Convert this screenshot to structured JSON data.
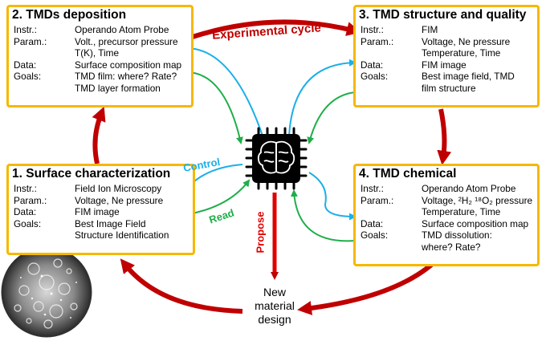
{
  "boxes": {
    "deposition": {
      "title": "2. TMDs deposition",
      "rows": [
        {
          "key": "Instr.:",
          "lines": [
            "Operando Atom Probe"
          ]
        },
        {
          "key": "Param.:",
          "lines": [
            "Volt., precursor pressure",
            "T(K), Time"
          ]
        },
        {
          "key": "Data:",
          "lines": [
            "Surface composition map"
          ]
        },
        {
          "key": "Goals:",
          "lines": [
            "TMD film: where? Rate?",
            "TMD layer formation"
          ]
        }
      ]
    },
    "structure": {
      "title": "3. TMD structure and quality",
      "rows": [
        {
          "key": "Instr.:",
          "lines": [
            "FIM"
          ]
        },
        {
          "key": "Param.:",
          "lines": [
            "Voltage, Ne pressure",
            "Temperature, Time"
          ]
        },
        {
          "key": "Data:",
          "lines": [
            "FIM image"
          ]
        },
        {
          "key": "Goals:",
          "lines": [
            "Best image field, TMD",
            "film structure"
          ]
        }
      ]
    },
    "surface": {
      "title": "1. Surface characterization",
      "rows": [
        {
          "key": "Instr.:",
          "lines": [
            "Field Ion Microscopy"
          ]
        },
        {
          "key": "Param.:",
          "lines": [
            "Voltage, Ne pressure"
          ]
        },
        {
          "key": "Data:",
          "lines": [
            "FIM image"
          ]
        },
        {
          "key": "Goals:",
          "lines": [
            "Best Image Field",
            "Structure Identification"
          ]
        }
      ]
    },
    "chemical": {
      "title": "4. TMD chemical",
      "rows": [
        {
          "key": "Instr.:",
          "lines": [
            "Operando Atom Probe"
          ]
        },
        {
          "key": "Param.:",
          "lines": [
            "Voltage, ²H₂ ¹⁸O₂ pressure",
            "Temperature, Time"
          ]
        },
        {
          "key": "Data:",
          "lines": [
            "Surface composition map"
          ]
        },
        {
          "key": "Goals:",
          "lines": [
            "TMD dissolution:",
            "where? Rate?"
          ]
        }
      ]
    }
  },
  "labels": {
    "experimental_cycle": "Experimental cycle",
    "control": "Control",
    "read": "Read",
    "propose": "Propose",
    "output": [
      "New",
      "material",
      "design"
    ]
  },
  "colors": {
    "box_border": "#f5b800",
    "cycle_arrow": "#c00000",
    "control_arrow": "#1ab0e8",
    "read_arrow": "#1fae4a"
  },
  "icons": {
    "ai_chip": "brain-chip-icon",
    "micrograph": "fim-micrograph-image"
  }
}
